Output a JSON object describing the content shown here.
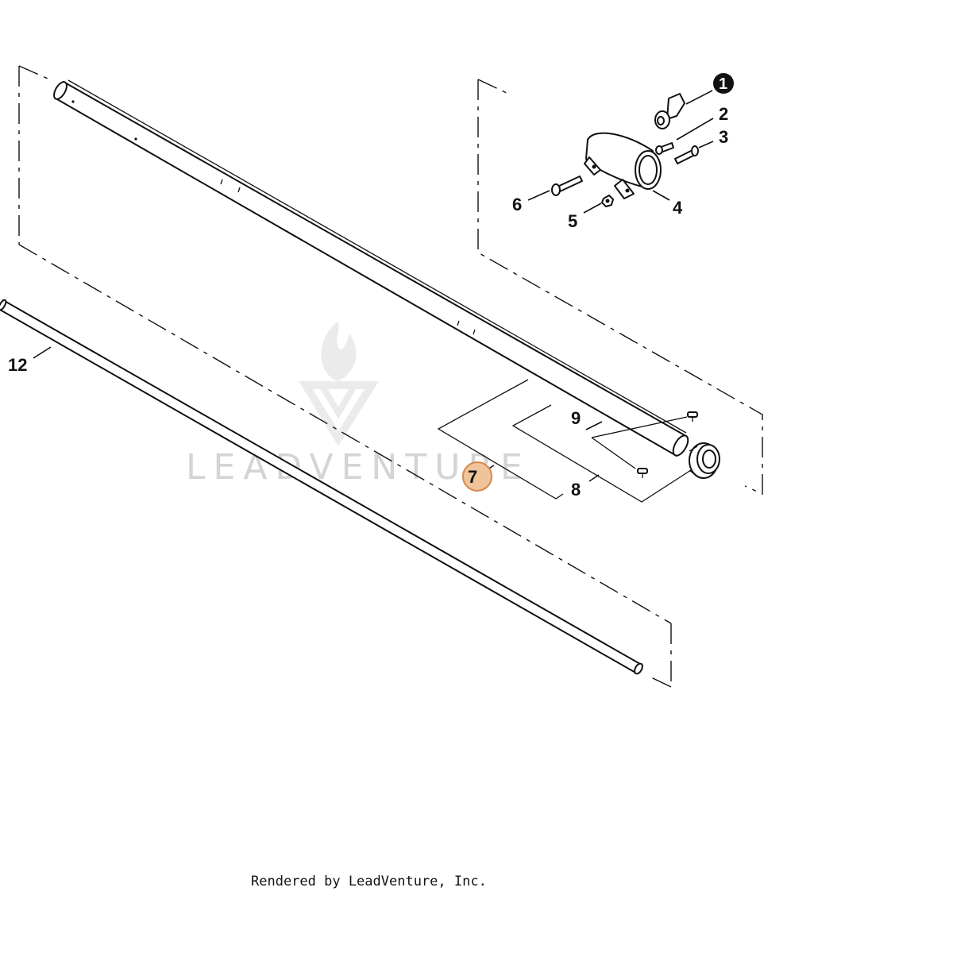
{
  "watermark": {
    "text": "LEADVENTURE"
  },
  "callouts": {
    "c1": "1",
    "c2": "2",
    "c3": "3",
    "c4": "4",
    "c5": "5",
    "c6": "6",
    "c7": "7",
    "c8": "8",
    "c9": "9",
    "c12": "12"
  },
  "colors": {
    "highlight_fill": "#f0c49b",
    "highlight_stroke": "#d8874a",
    "line": "#111111",
    "watermark": "#d4d4d4"
  },
  "footer": {
    "text": "Rendered by LeadVenture, Inc."
  }
}
